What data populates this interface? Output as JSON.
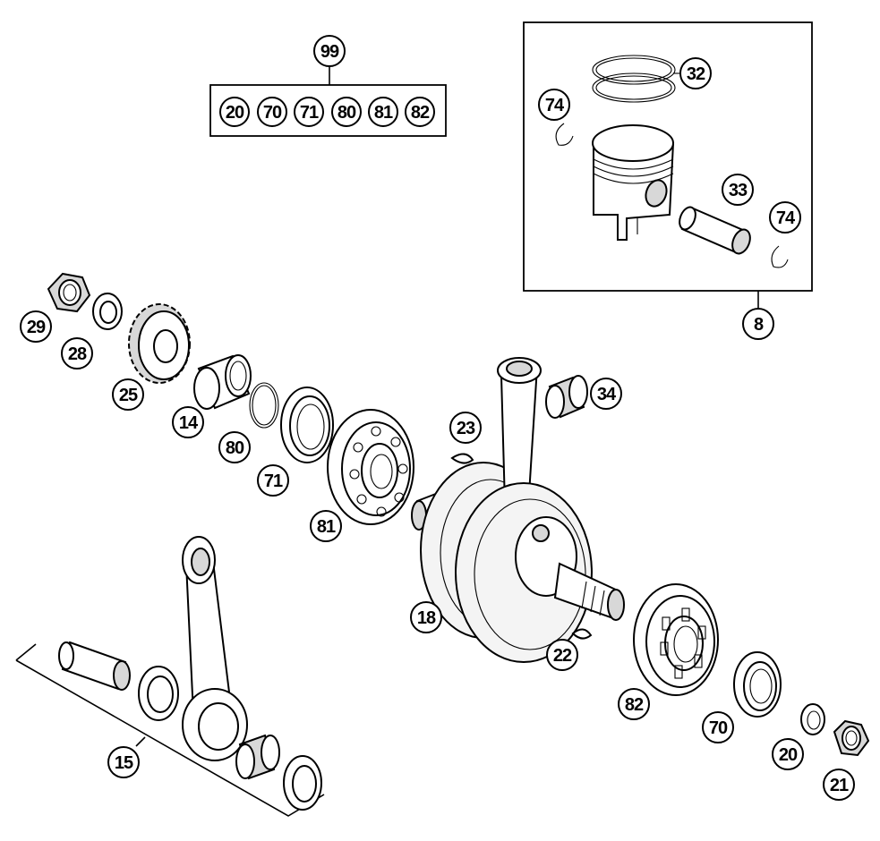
{
  "kit_header": "99",
  "kit_members": [
    "20",
    "70",
    "71",
    "80",
    "81",
    "82"
  ],
  "callouts": {
    "piston_rings": "32",
    "circlip_top_left": "74",
    "piston_pin": "33",
    "circlip_right": "74",
    "piston_assembly": "8",
    "nut": "29",
    "washer": "28",
    "gear": "25",
    "spacer": "14",
    "o_ring": "80",
    "shaft_seal": "71",
    "ball_bearing_left": "81",
    "woodruff_key_top": "23",
    "needle_bearing": "34",
    "crankshaft": "18",
    "woodruff_key_bottom": "22",
    "roller_bearing_right": "82",
    "shaft_seal_right": "70",
    "lock_washer": "20",
    "collar_nut": "21",
    "conrod_kit": "15"
  }
}
